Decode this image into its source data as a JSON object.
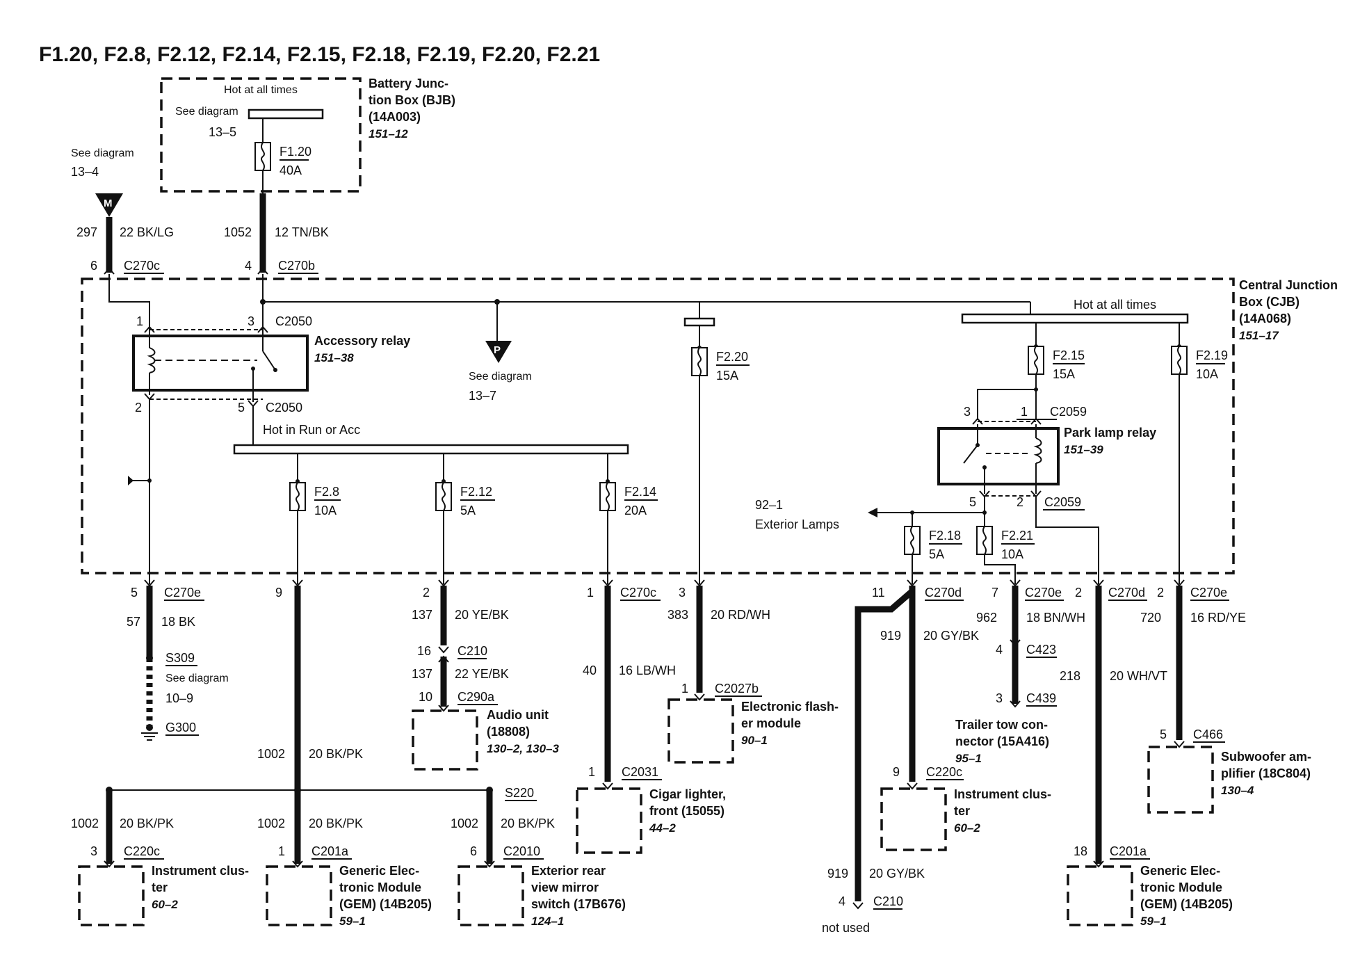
{
  "title": "F1.20, F2.8, F2.12, F2.14, F2.15, F2.18, F2.19, F2.20, F2.21",
  "bjb": {
    "hot_label": "Hot at all times",
    "see_diagram": "See diagram",
    "see_ref": "13–5",
    "fuse_name": "F1.20",
    "fuse_rating": "40A",
    "name_line1": "Battery Junc-",
    "name_line2": "tion Box (BJB)",
    "part": "(14A003)",
    "ref": "151–12"
  },
  "m_feed": {
    "see_diagram": "See diagram",
    "see_ref": "13–4",
    "symbol": "M",
    "circuit": "297",
    "wire": "22 BK/LG",
    "pin": "6",
    "connector": "C270c"
  },
  "b_feed": {
    "circuit": "1052",
    "wire": "12 TN/BK",
    "pin": "4",
    "connector": "C270b"
  },
  "cjb": {
    "name_line1": "Central Junction",
    "name_line2": "Box (CJB)",
    "part": "(14A068)",
    "ref": "151–17",
    "hot_label": "Hot at all times",
    "run_acc_label": "Hot in Run or Acc"
  },
  "accessory_relay": {
    "pin1": "1",
    "pin3": "3",
    "pin2": "2",
    "pin5": "5",
    "connector_top": "C2050",
    "connector_bottom": "C2050",
    "name": "Accessory relay",
    "ref": "151–38"
  },
  "p_symbol": {
    "symbol": "P",
    "see_diagram": "See diagram",
    "see_ref": "13–7"
  },
  "park_relay": {
    "pin3": "3",
    "pin1": "1",
    "pin5": "5",
    "pin2": "2",
    "connector_top": "C2059",
    "connector_bottom": "C2059",
    "name": "Park lamp relay",
    "ref": "151–39"
  },
  "exterior_lamps": {
    "ref": "92–1",
    "label": "Exterior Lamps"
  },
  "fuses": {
    "f2_8": {
      "name": "F2.8",
      "rating": "10A"
    },
    "f2_12": {
      "name": "F2.12",
      "rating": "5A"
    },
    "f2_14": {
      "name": "F2.14",
      "rating": "20A"
    },
    "f2_20": {
      "name": "F2.20",
      "rating": "15A"
    },
    "f2_15": {
      "name": "F2.15",
      "rating": "15A"
    },
    "f2_19": {
      "name": "F2.19",
      "rating": "10A"
    },
    "f2_18": {
      "name": "F2.18",
      "rating": "5A"
    },
    "f2_21": {
      "name": "F2.21",
      "rating": "10A"
    }
  },
  "ground_branch": {
    "pin": "5",
    "connector": "C270e",
    "circuit": "57",
    "wire": "18 BK",
    "splice": "S309",
    "see_diagram": "See diagram",
    "see_ref": "10–9",
    "ground": "G300"
  },
  "f28_branch": {
    "pin": "9",
    "circuit": "1002",
    "wire": "20 BK/PK",
    "splice": "S220",
    "left": {
      "circuit": "1002",
      "wire": "20 BK/PK",
      "pin": "3",
      "connector": "C220c",
      "name_line1": "Instrument clus-",
      "name_line2": "ter",
      "ref": "60–2"
    },
    "mid": {
      "circuit": "1002",
      "wire": "20 BK/PK",
      "pin": "1",
      "connector": "C201a",
      "name_line1": "Generic Elec-",
      "name_line2": "tronic Module",
      "name_line3": "(GEM) (14B205)",
      "ref": "59–1"
    },
    "right": {
      "circuit": "1002",
      "wire": "20 BK/PK",
      "pin": "6",
      "connector": "C2010",
      "name_line1": "Exterior rear",
      "name_line2": "view mirror",
      "name_line3": "switch (17B676)",
      "ref": "124–1"
    }
  },
  "f212_branch": {
    "pin": "2",
    "circuit1": "137",
    "wire1": "20 YE/BK",
    "pin2": "16",
    "connector2": "C210",
    "circuit2": "137",
    "wire2": "22 YE/BK",
    "pin3": "10",
    "connector3": "C290a",
    "name_line1": "Audio unit",
    "name_line2": "(18808)",
    "ref": "130–2, 130–3"
  },
  "f214_branch": {
    "pin": "1",
    "connector": "C270c",
    "circuit": "40",
    "wire": "16 LB/WH",
    "pin2": "1",
    "connector2": "C2031",
    "name_line1": "Cigar lighter,",
    "name_line2": "front (15055)",
    "ref": "44–2"
  },
  "f220_branch": {
    "pin": "3",
    "circuit": "383",
    "wire": "20 RD/WH",
    "pin2": "1",
    "connector2": "C2027b",
    "name_line1": "Electronic flash-",
    "name_line2": "er module",
    "ref": "90–1"
  },
  "f218_branch": {
    "pin": "11",
    "connector": "C270d",
    "circuit": "919",
    "wire": "20 GY/BK",
    "pin2": "9",
    "connector2": "C220c",
    "name_line1": "Instrument clus-",
    "name_line2": "ter",
    "ref": "60–2",
    "left_circuit": "919",
    "left_wire": "20 GY/BK",
    "left_pin": "4",
    "left_connector": "C210",
    "not_used": "not used"
  },
  "f221_branch": {
    "pin": "7",
    "connector": "C270e",
    "circuit": "962",
    "wire": "18 BN/WH",
    "pin2": "4",
    "connector2": "C423",
    "pin3": "3",
    "connector3": "C439",
    "name_line1": "Trailer tow con-",
    "name_line2": "nector (15A416)",
    "ref": "95–1"
  },
  "park2_branch": {
    "pin": "2",
    "connector": "C270d",
    "circuit": "218",
    "wire": "20 WH/VT",
    "pin2": "18",
    "connector2": "C201a",
    "name_line1": "Generic Elec-",
    "name_line2": "tronic Module",
    "name_line3": "(GEM) (14B205)",
    "ref": "59–1"
  },
  "f219_branch": {
    "pin": "2",
    "connector": "C270e",
    "circuit": "720",
    "wire": "16 RD/YE",
    "pin2": "5",
    "connector2": "C466",
    "name_line1": "Subwoofer am-",
    "name_line2": "plifier (18C804)",
    "ref": "130–4"
  }
}
